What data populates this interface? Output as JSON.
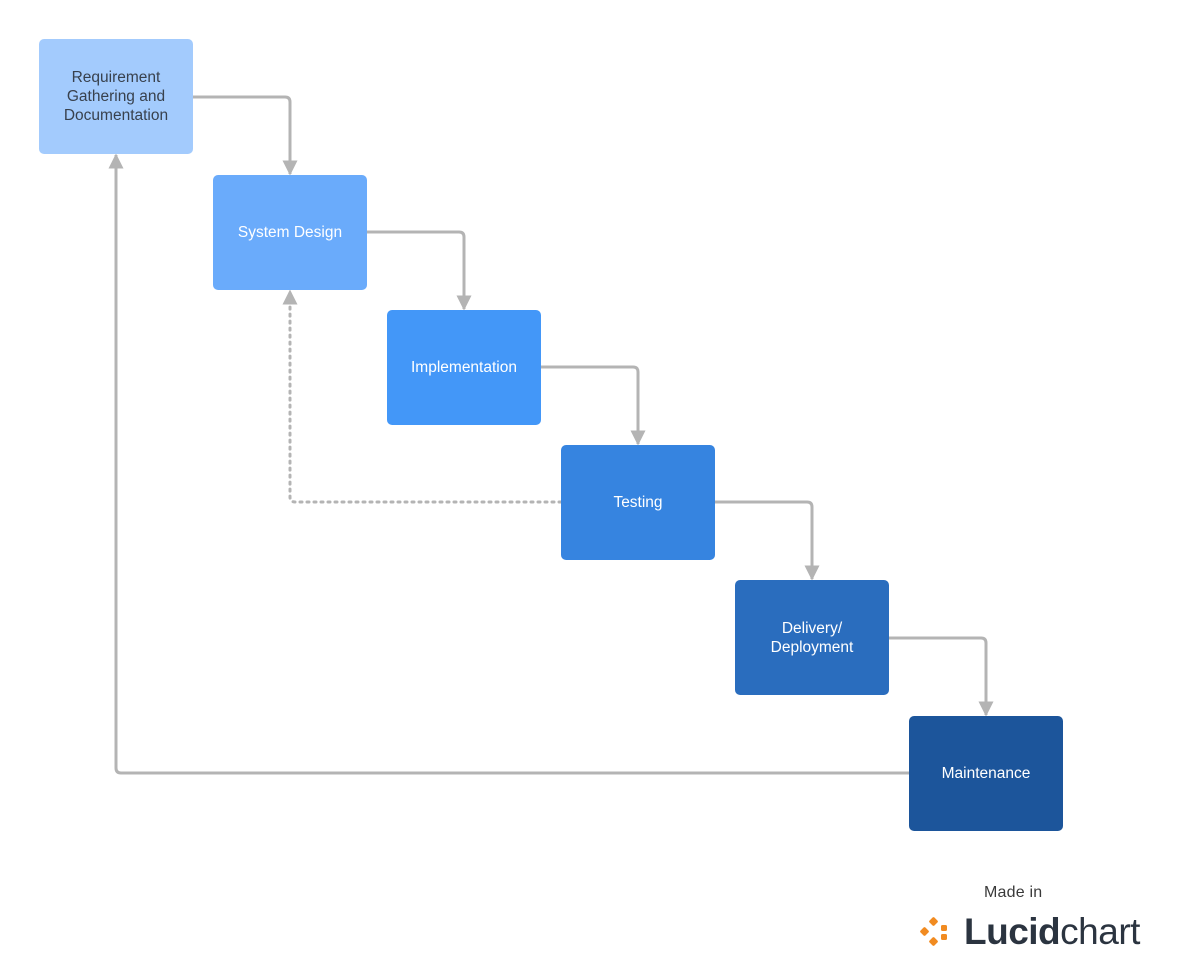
{
  "diagram": {
    "steps": [
      {
        "label": "Requirement\nGathering and\nDocumentation",
        "fill": "#a3cbfd",
        "text_color": "#38414d"
      },
      {
        "label": "System Design",
        "fill": "#6aabfb",
        "text_color": "#ffffff"
      },
      {
        "label": "Implementation",
        "fill": "#4397f8",
        "text_color": "#ffffff"
      },
      {
        "label": "Testing",
        "fill": "#3684e0",
        "text_color": "#ffffff"
      },
      {
        "label": "Delivery/\nDeployment",
        "fill": "#2a6dbe",
        "text_color": "#ffffff"
      },
      {
        "label": "Maintenance",
        "fill": "#1c559b",
        "text_color": "#ffffff"
      }
    ],
    "connector_color": "#b4b4b4",
    "connectors": [
      {
        "from": "Requirement Gathering and Documentation",
        "to": "System Design",
        "style": "solid"
      },
      {
        "from": "System Design",
        "to": "Implementation",
        "style": "solid"
      },
      {
        "from": "Implementation",
        "to": "Testing",
        "style": "solid"
      },
      {
        "from": "Testing",
        "to": "Delivery/Deployment",
        "style": "solid"
      },
      {
        "from": "Delivery/Deployment",
        "to": "Maintenance",
        "style": "solid"
      },
      {
        "from": "Testing",
        "to": "System Design",
        "style": "dotted"
      },
      {
        "from": "Maintenance",
        "to": "Requirement Gathering and Documentation",
        "style": "solid"
      }
    ]
  },
  "badge": {
    "made_in": "Made in",
    "brand_bold": "Lucid",
    "brand_light": "chart",
    "brand_color": "#f18b21",
    "text_color": "#2b3440"
  }
}
